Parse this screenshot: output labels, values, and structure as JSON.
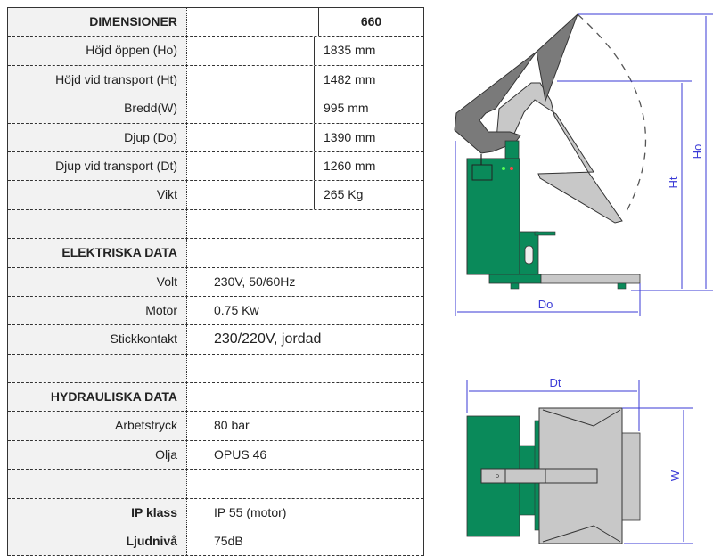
{
  "dimensions": {
    "heading": "DIMENSIONER",
    "model": "660",
    "rows": [
      {
        "label": "Höjd öppen (Ho)",
        "value": "1835 mm"
      },
      {
        "label": "Höjd vid transport (Ht)",
        "value": "1482 mm"
      },
      {
        "label": "Bredd(W)",
        "value": "995 mm"
      },
      {
        "label": "Djup (Do)",
        "value": "1390 mm"
      },
      {
        "label": "Djup vid transport (Dt)",
        "value": "1260 mm"
      },
      {
        "label": "Vikt",
        "value": "265 Kg"
      }
    ]
  },
  "electrical": {
    "heading": "ELEKTRISKA DATA",
    "rows": [
      {
        "label": "Volt",
        "value": "230V, 50/60Hz"
      },
      {
        "label": "Motor",
        "value": "0.75 Kw"
      },
      {
        "label": "Stickkontakt",
        "value": "230/220V, jordad"
      }
    ]
  },
  "hydraulic": {
    "heading": "HYDRAULISKA DATA",
    "rows": [
      {
        "label": "Arbetstryck",
        "value": "80 bar"
      },
      {
        "label": "Olja",
        "value": "OPUS 46"
      }
    ]
  },
  "other": [
    {
      "label": "IP klass",
      "value": "IP 55 (motor)"
    },
    {
      "label": "Ljudnivå",
      "value": "75dB"
    }
  ],
  "drawing": {
    "labels": {
      "ho": "Ho",
      "ht": "Ht",
      "do": "Do",
      "dt": "Dt",
      "w": "W"
    },
    "colors": {
      "body": "#0a8a5a",
      "dark_arm": "#7a7a7a",
      "light_arm": "#c8c8c8",
      "dimension": "#3a3ad6"
    }
  }
}
